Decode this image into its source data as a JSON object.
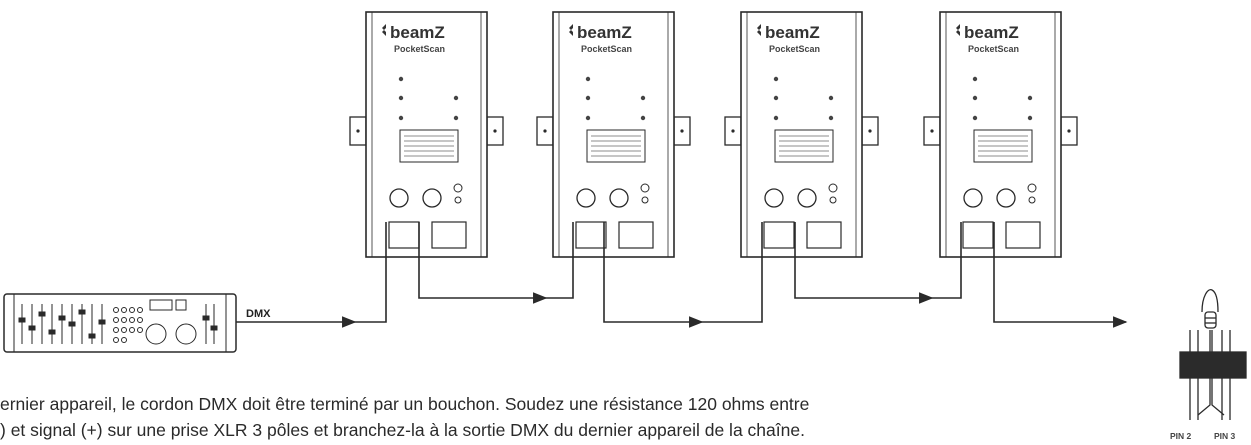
{
  "fixtures": [
    {
      "brand": "beamZ",
      "model": "PocketScan"
    },
    {
      "brand": "beamZ",
      "model": "PocketScan"
    },
    {
      "brand": "beamZ",
      "model": "PocketScan"
    },
    {
      "brand": "beamZ",
      "model": "PocketScan"
    }
  ],
  "cable_label": "DMX",
  "terminator": {
    "pin_left": "PIN 2",
    "pin_right": "PIN 3"
  },
  "caption": {
    "line1": "ernier appareil, le cordon DMX doit être terminé par un bouchon. Soudez une résistance 120 ohms entre",
    "line2": ") et signal (+) sur une prise XLR 3 pôles et branchez-la à la sortie DMX du dernier appareil de la chaîne."
  },
  "colors": {
    "line": "#2a2a2a",
    "panel": "#ffffff",
    "cable_block": "#2b2b2b"
  }
}
